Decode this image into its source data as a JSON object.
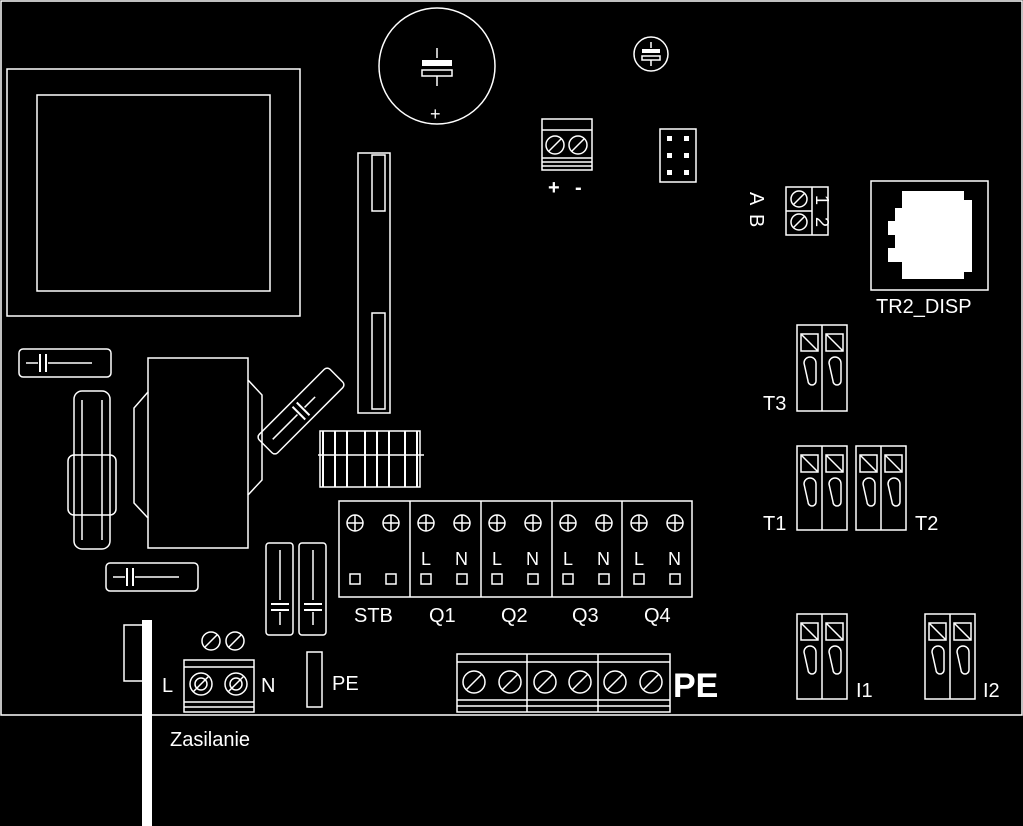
{
  "labels": {
    "cap_plus": "+",
    "power_plus": "+",
    "power_minus": "-",
    "bus_a": "A",
    "bus_b": "B",
    "bus_pin1": "1",
    "bus_pin2": "2",
    "display_connector": "TR2_DISP",
    "t3": "T3",
    "t1": "T1",
    "t2": "T2",
    "i1": "I1",
    "i2": "I2",
    "l": "L",
    "n": "N",
    "stb": "STB",
    "q1": "Q1",
    "q2": "Q2",
    "q3": "Q3",
    "q4": "Q4",
    "pe_small": "PE",
    "pe_big": "PE",
    "zasilanie": "Zasilanie"
  },
  "colors": {
    "background": "#000000",
    "line": "#ffffff"
  }
}
